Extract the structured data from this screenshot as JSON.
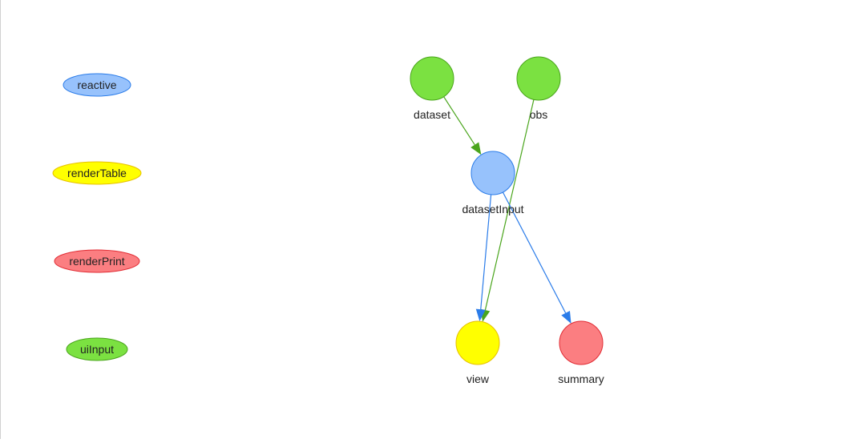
{
  "legend": [
    {
      "label": "reactive",
      "fill": "#97c2fc",
      "stroke": "#2b7ce9"
    },
    {
      "label": "renderTable",
      "fill": "#ffff00",
      "stroke": "#e6c000"
    },
    {
      "label": "renderPrint",
      "fill": "#fb7e81",
      "stroke": "#e12b33"
    },
    {
      "label": "uiInput",
      "fill": "#7be141",
      "stroke": "#4aa51c"
    }
  ],
  "nodes": [
    {
      "id": "dataset",
      "label": "dataset",
      "type": "uiInput",
      "fill": "#7be141",
      "stroke": "#4aa51c"
    },
    {
      "id": "obs",
      "label": "obs",
      "type": "uiInput",
      "fill": "#7be141",
      "stroke": "#4aa51c"
    },
    {
      "id": "datasetInput",
      "label": "datasetInput",
      "type": "reactive",
      "fill": "#97c2fc",
      "stroke": "#2b7ce9"
    },
    {
      "id": "view",
      "label": "view",
      "type": "renderTable",
      "fill": "#ffff00",
      "stroke": "#e6c000"
    },
    {
      "id": "summary",
      "label": "summary",
      "type": "renderPrint",
      "fill": "#fb7e81",
      "stroke": "#e12b33"
    }
  ],
  "edges": [
    {
      "from": "dataset",
      "to": "datasetInput",
      "color": "#4aa51c"
    },
    {
      "from": "obs",
      "to": "view",
      "color": "#4aa51c"
    },
    {
      "from": "datasetInput",
      "to": "view",
      "color": "#2b7ce9"
    },
    {
      "from": "datasetInput",
      "to": "summary",
      "color": "#2b7ce9"
    }
  ]
}
